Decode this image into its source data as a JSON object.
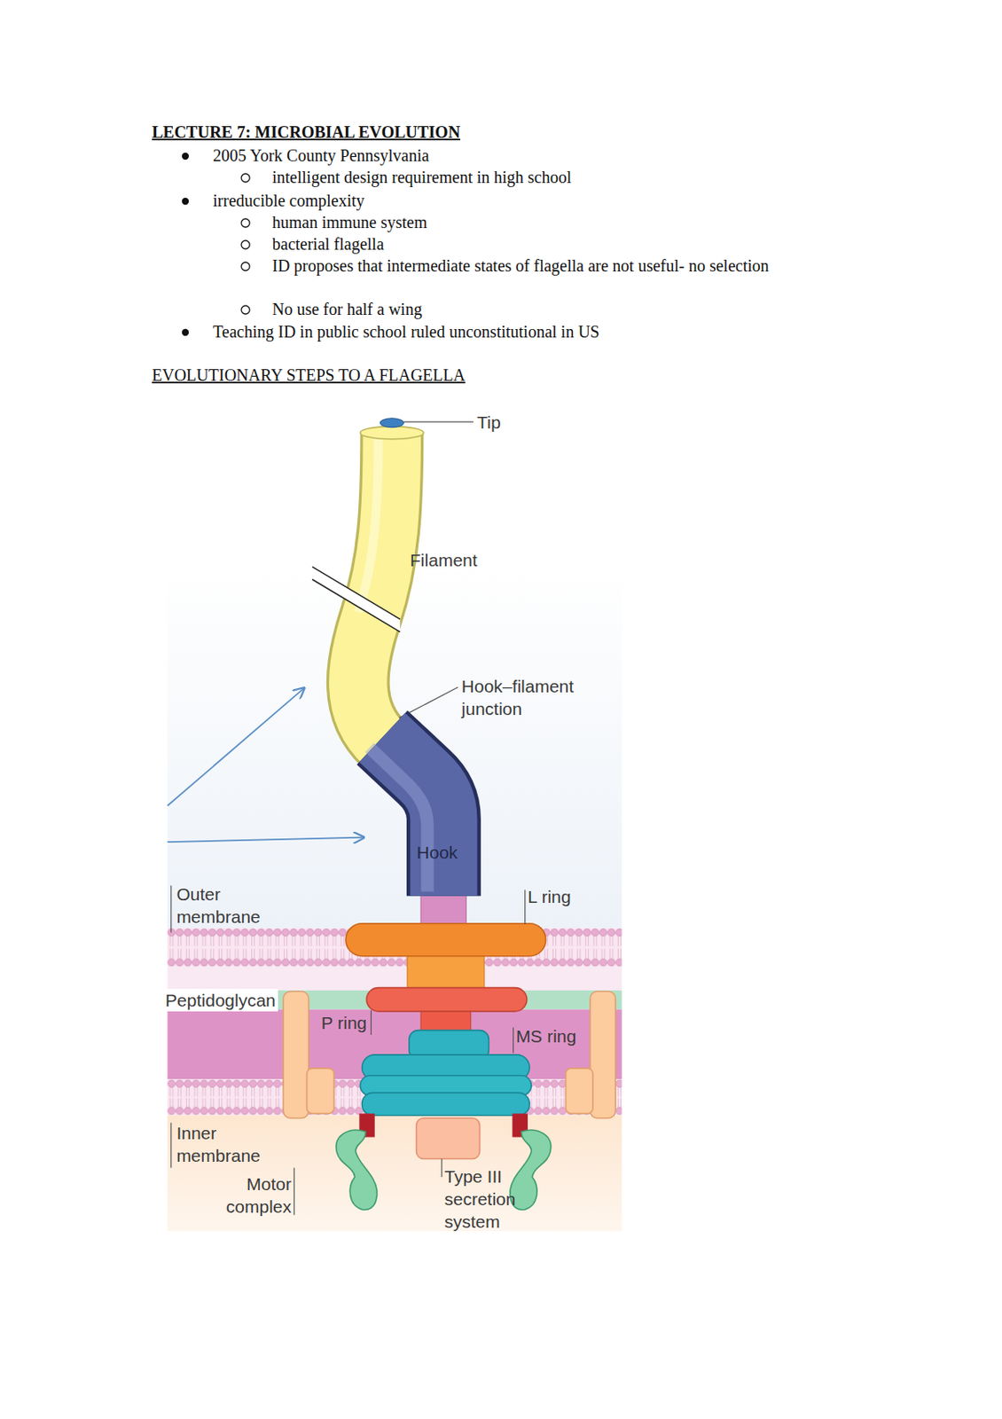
{
  "diagram": {
    "title": "LECTURE 7: MICROBIAL EVOLUTION",
    "nodes": [
      {
        "text": [
          "Hook"
        ]
      }
    ],
    "edges": [],
    "labels": [
      "2005 York County Pennsylvania",
      "intelligent design requirement in high school",
      "irreducible complexity",
      "human immune system",
      "bacterial flagella",
      "ID proposes that intermediate states of flagella are not useful- no selection",
      "No use for half a wing",
      "Teaching ID in public school ruled unconstitutional in US",
      "EVOLUTIONARY STEPS TO A FLAGELLA",
      "Tip",
      "Filament",
      "Hook–filament junction",
      "Outer membrane",
      "L ring",
      "Peptidoglycan",
      "P ring",
      "MS ring",
      "Inner membrane",
      "Motor complex",
      "Type III secretion system"
    ]
  }
}
